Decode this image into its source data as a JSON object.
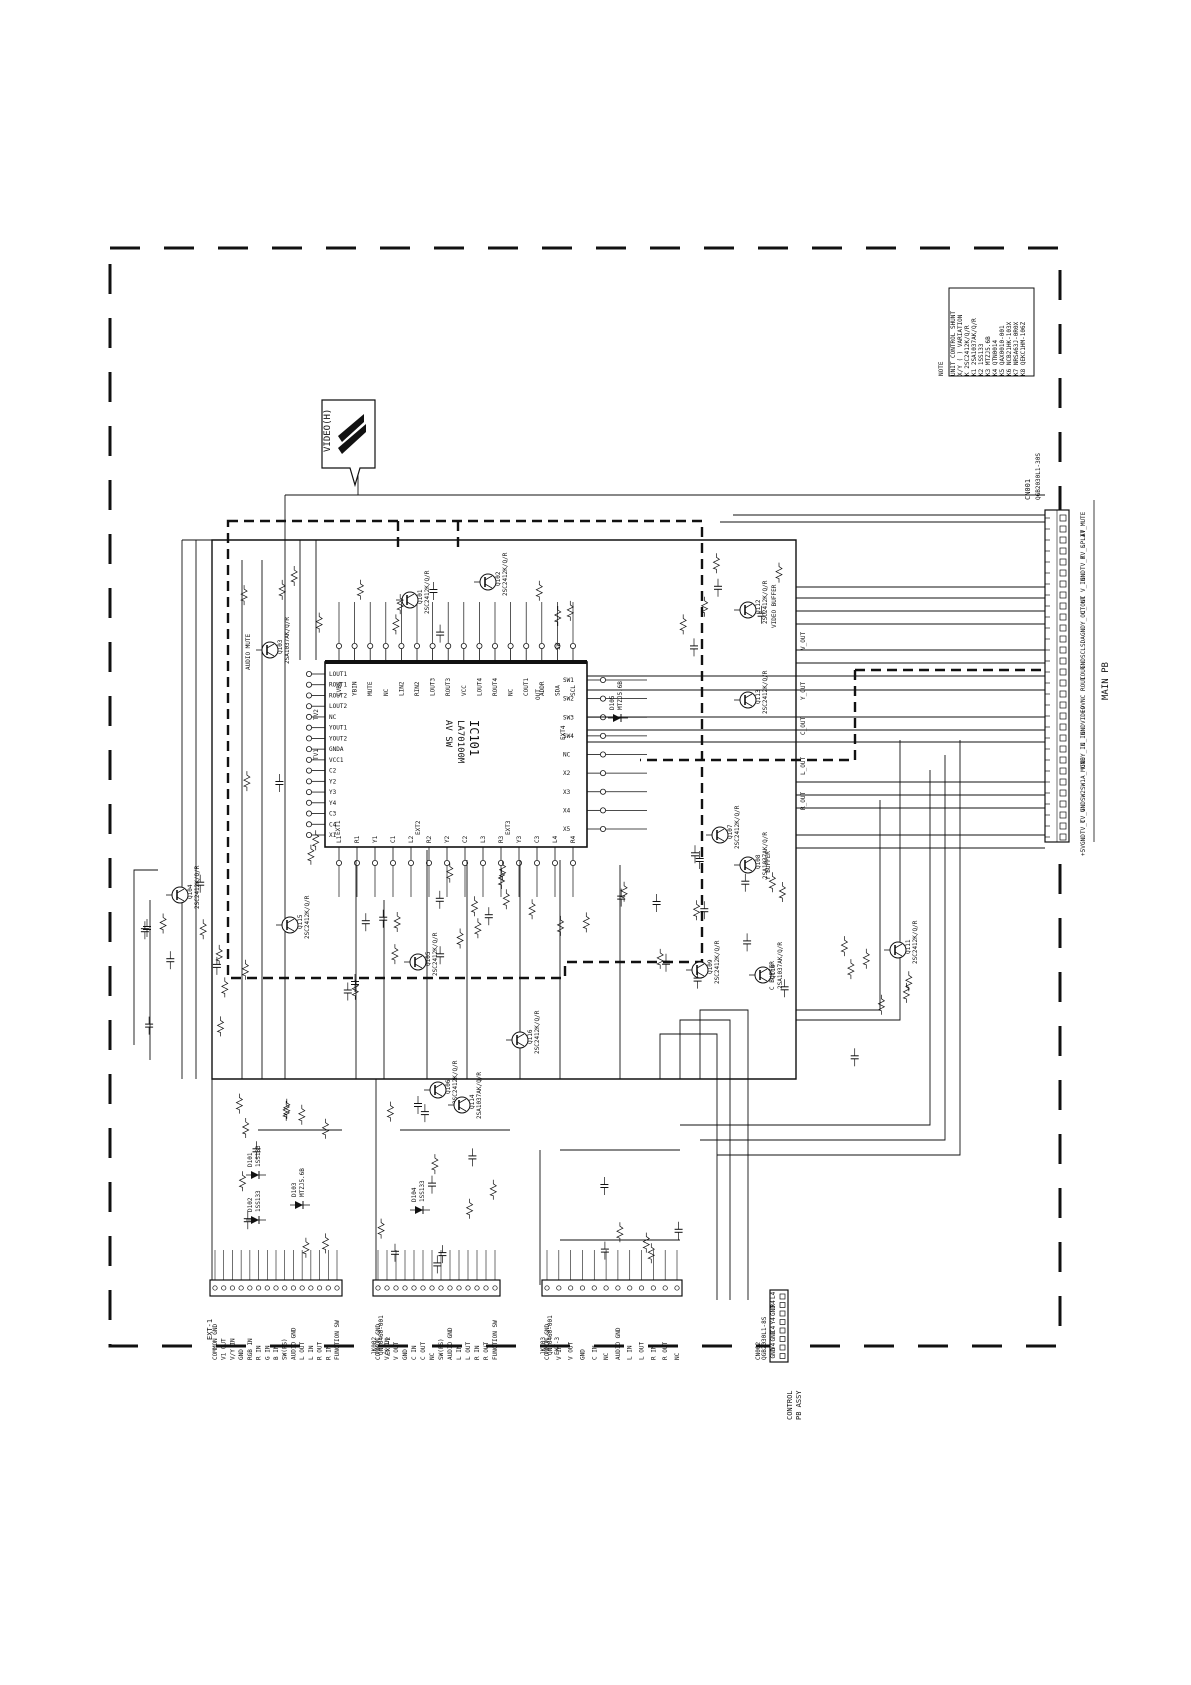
{
  "ic": {
    "ref": "IC101",
    "part": "LA70100M",
    "func": "AV SW",
    "pins_left": [
      "LOUT1",
      "ROUT1",
      "ROUT2",
      "LOUT2",
      "NC",
      "YOUT1",
      "YOUT2",
      "GNDA",
      "VCC1",
      "C2",
      "Y2",
      "Y3",
      "Y4",
      "C3",
      "C4",
      "X1"
    ],
    "pins_top": [
      "CVBS",
      "YBIN",
      "MUTE",
      "NC",
      "LIN2",
      "RIN2",
      "LOUT3",
      "ROUT3",
      "VCC",
      "LOUT4",
      "ROUT4",
      "NC",
      "COUT1",
      "ADDR",
      "SDA",
      "SCL"
    ],
    "pins_bottom": [
      "L1",
      "R1",
      "Y1",
      "C1",
      "L2",
      "R2",
      "Y2",
      "C2",
      "L3",
      "R3",
      "Y3",
      "C3",
      "L4",
      "R4"
    ],
    "pins_right": [
      "SW1",
      "SW2",
      "SW3",
      "SW4",
      "NC",
      "X2",
      "X3",
      "X4",
      "X5"
    ],
    "section_labels": [
      "TV1",
      "TV2",
      "EXT1",
      "EXT2",
      "EXT3",
      "EXT4",
      "OUT",
      "SW"
    ]
  },
  "connectors": {
    "main": {
      "ref": "CN001",
      "part": "QGB2030L1-30S",
      "pins": [
        "AV_MUTE",
        "SPLIT",
        "TV_L",
        "TV_R",
        "GND",
        "V_IN",
        "NC",
        "C_OUT",
        "Y_OUT",
        "GND",
        "SDA",
        "SCL",
        "GND",
        "LOUT",
        "ROUT",
        "NC",
        "+9V",
        "VIDEO",
        "GND",
        "C_IN",
        "Y_IN",
        "GND",
        "A_MUTE",
        "SW1",
        "SW2",
        "GND",
        "TV_V",
        "TV_C",
        "GND",
        "+5V"
      ],
      "side_label": "MAIN PB"
    },
    "control": {
      "ref": "CN002",
      "part": "QGB2030L1-8S",
      "pins": [
        "L4",
        "R4",
        "GND",
        "Y4",
        "C4",
        "GND",
        "V4",
        "GND"
      ],
      "label_lines": [
        "CONTROL",
        "PB ASSY"
      ]
    },
    "ext1": {
      "ref": "JK001",
      "part": "QNZ0460-001",
      "title": "EXT-1",
      "pins": [
        "COMMON GND",
        "V1 OUT",
        "V/Y IN",
        "GND",
        "RGB IN",
        "R IN",
        "G IN",
        "B IN",
        "SW(FS)",
        "AUDIO GND",
        "L OUT",
        "L IN",
        "R OUT",
        "R IN",
        "FUNCTION SW"
      ]
    },
    "ext2": {
      "ref": "JK002",
      "part": "QNZ0460-001",
      "title": "EXT-2",
      "pins": [
        "COMMON GND",
        "V/Y IN",
        "V OUT",
        "GND",
        "C IN",
        "C OUT",
        "NC",
        "SW(FS)",
        "AUDIO GND",
        "L IN",
        "L OUT",
        "R IN",
        "R OUT",
        "FUNCTION SW"
      ]
    },
    "ext3": {
      "ref": "JK003",
      "part": "QNZ0460-001",
      "title": "EXT-3",
      "pins": [
        "COMMON GND",
        "V IN",
        "V OUT",
        "GND",
        "C IN",
        "NC",
        "AUDIO GND",
        "L IN",
        "L OUT",
        "R IN",
        "R OUT",
        "NC"
      ]
    }
  },
  "transistors": [
    {
      "ref": "Q101",
      "part": "2SC2412K/Q/R"
    },
    {
      "ref": "Q102",
      "part": "2SC2412K/Q/R"
    },
    {
      "ref": "Q103",
      "part": "2SA1037AK/Q/R"
    },
    {
      "ref": "Q104",
      "part": "2SC2412K/Q/R"
    },
    {
      "ref": "Q105",
      "part": "2SC2412K/Q/R"
    },
    {
      "ref": "Q106",
      "part": "2SC2412K/Q/R"
    },
    {
      "ref": "Q107",
      "part": "2SC2412K/Q/R"
    },
    {
      "ref": "Q108",
      "part": "2SA1037AK/Q/R"
    },
    {
      "ref": "Q109",
      "part": "2SC2412K/Q/R"
    },
    {
      "ref": "Q110",
      "part": "2SA1037AK/Q/R"
    },
    {
      "ref": "Q111",
      "part": "2SC2412K/Q/R"
    },
    {
      "ref": "Q112",
      "part": "2SC2412K/Q/R"
    },
    {
      "ref": "Q113",
      "part": "2SC2412K/Q/R"
    },
    {
      "ref": "Q114",
      "part": "2SA1037AK/Q/R"
    },
    {
      "ref": "Q115",
      "part": "2SC2412K/Q/R"
    },
    {
      "ref": "Q116",
      "part": "2SC2412K/Q/R"
    }
  ],
  "diodes": [
    {
      "ref": "D101",
      "part": "1SS133"
    },
    {
      "ref": "D102",
      "part": "1SS133"
    },
    {
      "ref": "D103",
      "part": "MTZJ5.6B"
    },
    {
      "ref": "D104",
      "part": "1SS133"
    },
    {
      "ref": "D105",
      "part": "MTZJ5.6B"
    }
  ],
  "misc_labels": [
    "VIDEO BUFFER",
    "Y BUFFER",
    "C BUFFER",
    "AUDIO MUTE",
    "L_OUT",
    "R_OUT",
    "V_OUT",
    "Y_OUT",
    "C_OUT"
  ],
  "note": {
    "title": "NOTE",
    "lines": [
      "UNIT CONTROL SHUNT",
      "X/Y ( ) VARIATION",
      "K  2SC2412K/Q/R",
      "K1 2SA1037AK/Q/R",
      "K2 1SS133",
      "K3 MTZJ5.6B",
      "K4 QTN0014",
      "K5 QAX0010-001",
      "K6 NCB21HK-103X",
      "K7 NRSA63J-0R0X",
      "K8 QEKC1HM-106Z"
    ]
  },
  "callout": {
    "text": "VIDEO(H)"
  }
}
